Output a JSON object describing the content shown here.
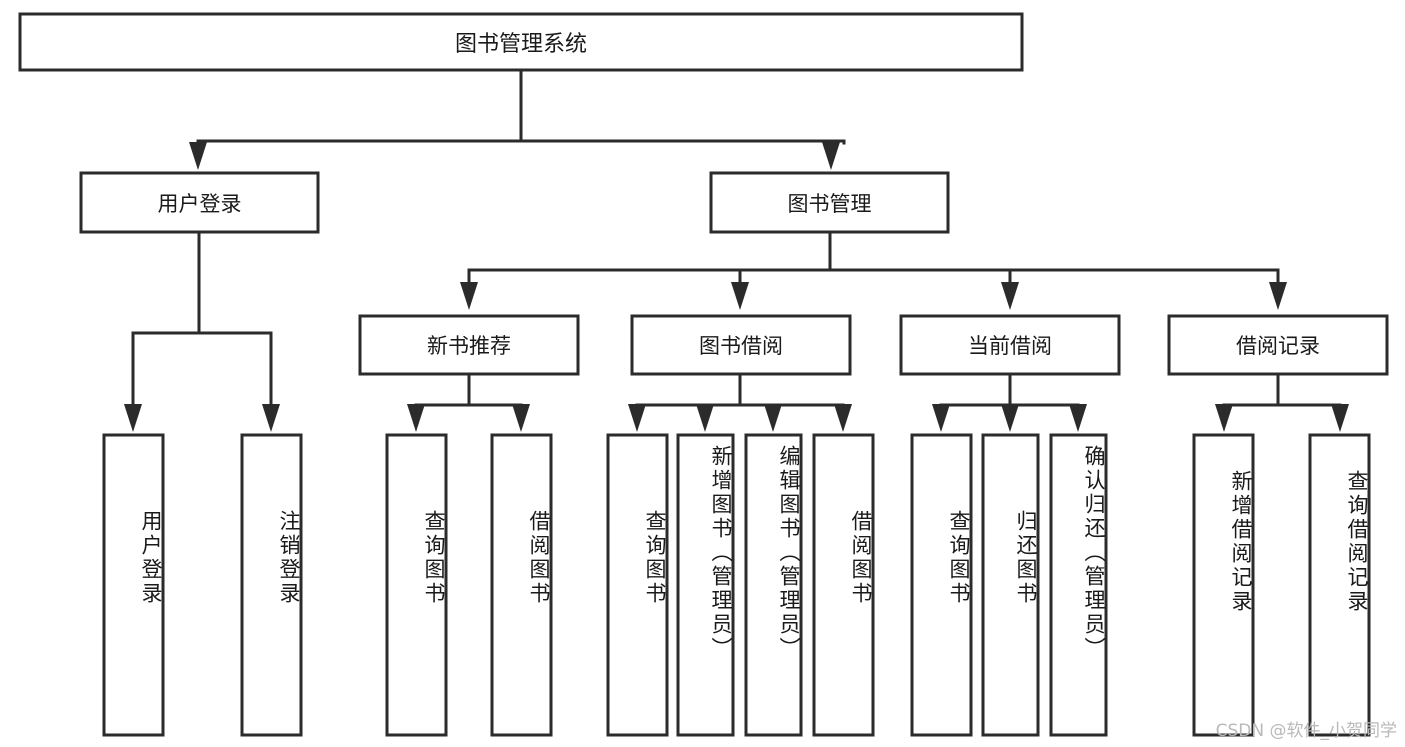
{
  "diagram": {
    "title": "图书管理系统",
    "watermark": "CSDN @软件_小贺同学",
    "type": "tree-hierarchy",
    "colors": {
      "stroke": "#2b2b2b",
      "fill": "#ffffff",
      "text": "#1a1a1a",
      "watermark": "#b9b9b9",
      "background": "#ffffff"
    },
    "root": {
      "label": "图书管理系统"
    },
    "level2": [
      {
        "label": "用户登录"
      },
      {
        "label": "图书管理"
      }
    ],
    "level3": [
      {
        "label": "新书推荐"
      },
      {
        "label": "图书借阅"
      },
      {
        "label": "当前借阅"
      },
      {
        "label": "借阅记录"
      }
    ],
    "leaves": {
      "user_login": [
        {
          "label": "用户登录"
        },
        {
          "label": "注销登录"
        }
      ],
      "new_book_recommend": [
        {
          "label": "查询图书"
        },
        {
          "label": "借阅图书"
        }
      ],
      "book_borrow": [
        {
          "label": "查询图书"
        },
        {
          "label": "新增图书（管理员）"
        },
        {
          "label": "编辑图书（管理员）"
        },
        {
          "label": "借阅图书"
        }
      ],
      "current_borrow": [
        {
          "label": "查询图书"
        },
        {
          "label": "归还图书"
        },
        {
          "label": "确认归还（管理员）"
        }
      ],
      "borrow_record": [
        {
          "label": "新增借阅记录"
        },
        {
          "label": "查询借阅记录"
        }
      ]
    }
  }
}
